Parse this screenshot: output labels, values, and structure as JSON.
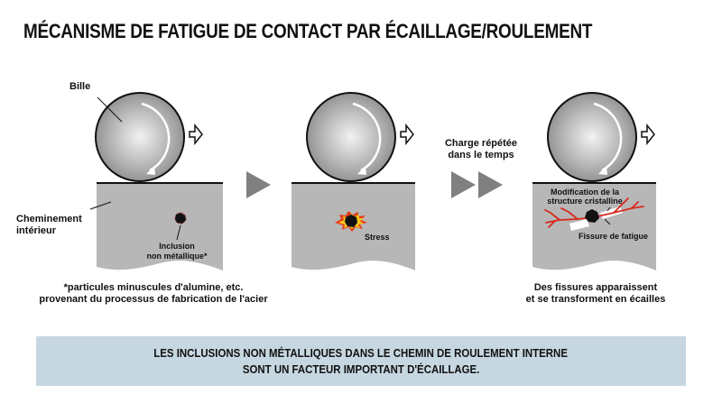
{
  "title": "MÉCANISME DE FATIGUE DE CONTACT PAR ÉCAILLAGE/ROULEMENT",
  "stages": [
    {
      "id": "stage-1",
      "labels": {
        "ball": "Bille",
        "raceway_line1": "Cheminement",
        "raceway_line2": "intérieur",
        "inclusion_line1": "Inclusion",
        "inclusion_line2": "non métallique*"
      },
      "caption_line1": "*particules minuscules d'alumine, etc.",
      "caption_line2": "provenant du processus de fabrication de l'acier"
    },
    {
      "id": "stage-2",
      "labels": {
        "stress": "Stress"
      }
    },
    {
      "id": "stage-3",
      "labels": {
        "crystal_line1": "Modification de la",
        "crystal_line2": "structure cristalline",
        "crack": "Fissure de fatigue"
      },
      "caption_line1": "Des fissures apparaissent",
      "caption_line2": "et se transforment en écailles"
    }
  ],
  "transition": {
    "label_line1": "Charge répétée",
    "label_line2": "dans le temps"
  },
  "icons": {
    "rotation": "rotation-arrow-icon",
    "direction": "hollow-right-arrow-icon",
    "next_step": "triangle-right-icon",
    "fast_forward": "double-triangle-right-icon"
  },
  "banner": {
    "line1": "LES INCLUSIONS NON MÉTALLIQUES DANS LE CHEMIN DE ROULEMENT INTERNE",
    "line2": "SONT UN FACTEUR IMPORTANT D'ÉCAILLAGE."
  },
  "colors": {
    "banner_bg": "#c6d7e1",
    "raceway": "#b7b7b7",
    "arrow_gray": "#808080",
    "crack_red": "#d8291d",
    "stress_orange": "#f2a21a",
    "inclusion": "#111111"
  }
}
